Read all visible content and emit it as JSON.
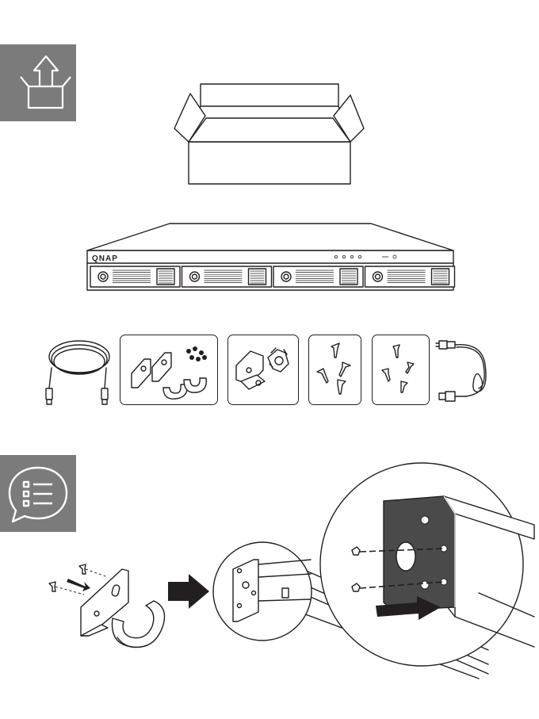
{
  "sections": {
    "unpack": {
      "icon": "unbox-arrow-icon"
    },
    "install": {
      "icon": "list-speech-bubble-icon"
    }
  },
  "nas": {
    "brand": "QNAP"
  },
  "accessories": [
    {
      "name": "ethernet-cable",
      "icon": "cable-icon"
    },
    {
      "name": "rack-ears-and-handles",
      "icon": "rack-ear-icon"
    },
    {
      "name": "rail-kit",
      "icon": "rail-kit-icon"
    },
    {
      "name": "screw-set-1",
      "icon": "screws-icon"
    },
    {
      "name": "screw-set-2",
      "icon": "screws-icon"
    },
    {
      "name": "power-cord",
      "icon": "power-cord-icon"
    }
  ],
  "colors": {
    "badge": "#7b7b7b",
    "line": "#231f20",
    "arrow": "#231f20"
  }
}
